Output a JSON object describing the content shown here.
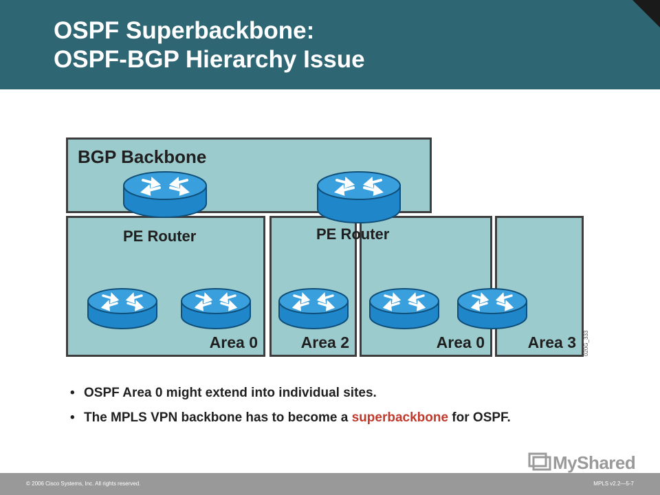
{
  "title": {
    "line1": "OSPF Superbackbone:",
    "line2": "OSPF-BGP Hierarchy Issue"
  },
  "diagram": {
    "bgp_backbone_label": "BGP Backbone",
    "pe_router_label_left": "PE Router",
    "pe_router_label_right": "PE Router",
    "area_labels": [
      "Area 0",
      "Area 2",
      "Area 0",
      "Area 3"
    ],
    "side_code": "020G_333",
    "box_fill_color": "#9ccbcd",
    "router_color": "#1f86c9"
  },
  "bullets": {
    "items": [
      {
        "text": "OSPF Area 0 might extend into individual sites."
      },
      {
        "text_before": "The MPLS VPN backbone has to become a ",
        "accent": "superbackbone",
        "text_after": " for OSPF."
      }
    ],
    "accent_color": "#c0392b"
  },
  "footer": {
    "copyright": "© 2006 Cisco Systems, Inc. All rights reserved.",
    "course": "MPLS v2.2—5-7",
    "logo_text": "MyShared"
  }
}
